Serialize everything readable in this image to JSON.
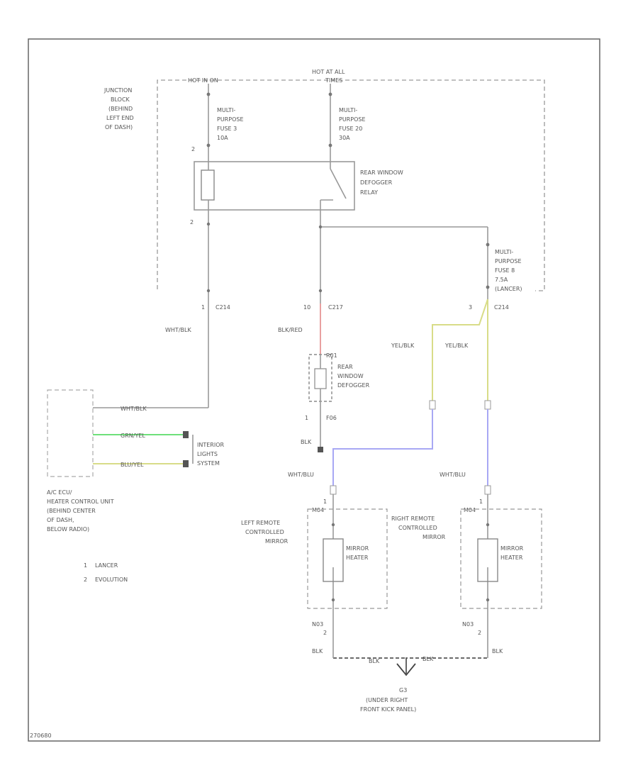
{
  "header": {
    "hot_left": "HOT IN ON",
    "hot_at_all": "HOT AT ALL",
    "times": "TIMES"
  },
  "junction_block": [
    "JUNCTION",
    "BLOCK",
    "(BEHIND",
    "LEFT END",
    "OF DASH)"
  ],
  "fuse_left": [
    "MULTI-",
    "PURPOSE",
    "FUSE 3",
    "10A"
  ],
  "fuse_center": [
    "MULTI-",
    "PURPOSE",
    "FUSE 20",
    "30A"
  ],
  "relay": [
    "REAR WINDOW",
    "DEFOGGER",
    "RELAY"
  ],
  "fuse_right": [
    "MULTI-",
    "PURPOSE",
    "FUSE 8",
    "7.5A",
    "(LANCER)"
  ],
  "pins": {
    "p2a": "2",
    "p2b": "2",
    "p1": "1",
    "p10": "10",
    "p3": "3",
    "p_r1": "1",
    "p_l1": "1",
    "p_mid1": "1",
    "m1": "1",
    "m2": "2",
    "m3": "1",
    "m4": "2"
  },
  "connectors": {
    "c214_left": "C214",
    "c217": "C217",
    "c214_right": "C214",
    "f06": "F06",
    "r01": "R01",
    "m04l": "M04",
    "m04r": "M04",
    "n03l": "N03",
    "n03r": "N03"
  },
  "wires": {
    "wht_blk": "WHT/BLK",
    "blk_red": "BLK/RED",
    "yel_blk_left": "YEL/BLK",
    "yel_blk_right": "YEL/BLK",
    "wht_blu_left": "WHT/BLU",
    "wht_blu_right": "WHT/BLU",
    "blk_mid": "BLK",
    "blk_left": "BLK",
    "blk_right": "BLK",
    "blk_ground_left": "BLK",
    "blk_ground_right": "BLK",
    "unit_wht_blk": "WHT/BLK",
    "unit_grn_yel": "GRN/YEL",
    "unit_blu_yel": "BLU/YEL"
  },
  "defogger": [
    "REAR",
    "WINDOW",
    "DEFOGGER"
  ],
  "interior_lights": [
    "INTERIOR",
    "LIGHTS",
    "SYSTEM"
  ],
  "unit_label": [
    "A/C ECU/",
    "HEATER CONTROL UNIT",
    "(BEHIND CENTER",
    "OF DASH,",
    "BELOW RADIO)"
  ],
  "legend": [
    {
      "num": "1",
      "text": "LANCER"
    },
    {
      "num": "2",
      "text": "EVOLUTION"
    }
  ],
  "left_mirror": [
    "LEFT REMOTE",
    "CONTROLLED",
    "MIRROR"
  ],
  "right_mirror": [
    "RIGHT REMOTE",
    "CONTROLLED",
    "MIRROR"
  ],
  "mirror_heater_left": [
    "MIRROR",
    "HEATER"
  ],
  "mirror_heater_right": [
    "MIRROR",
    "HEATER"
  ],
  "ground": {
    "id": "G3",
    "lines": [
      "(UNDER RIGHT",
      "FRONT KICK PANEL)"
    ]
  },
  "footer_code": "270680",
  "colors": {
    "red_wire": "#e8a0a0",
    "yellow_wire": "#d8dc88",
    "blue_wire": "#a8a8f4",
    "green_wire": "#6ee07a",
    "line": "#999999"
  }
}
